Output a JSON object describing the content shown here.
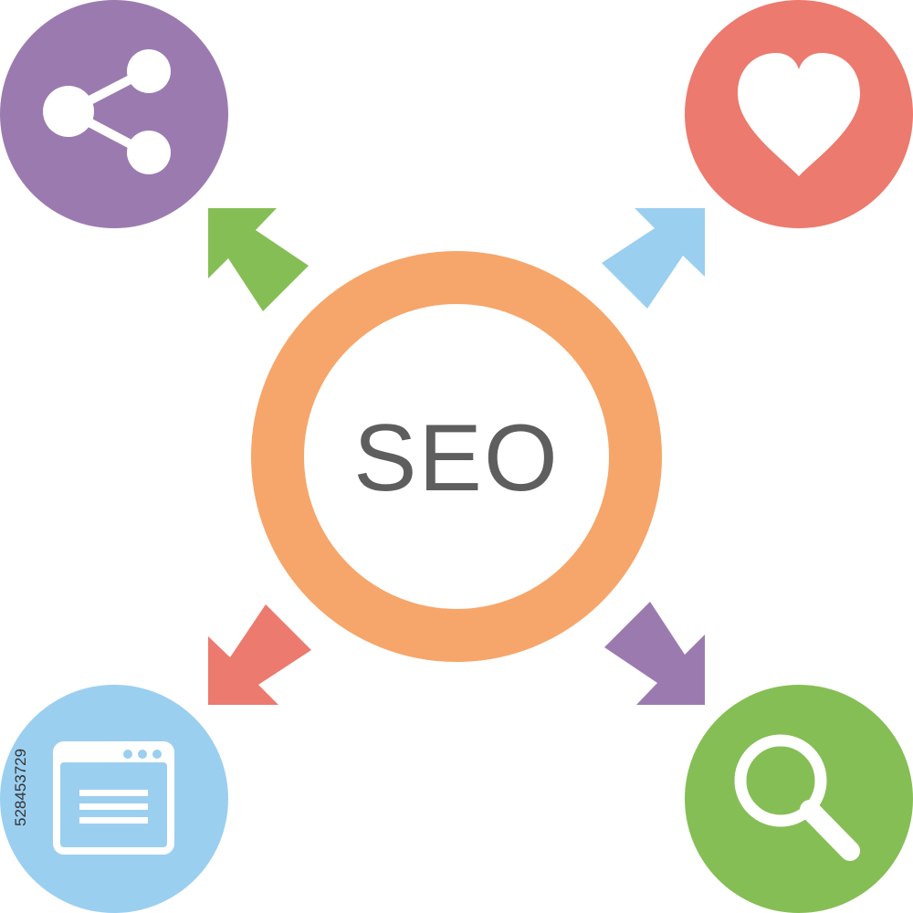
{
  "center": {
    "label": "SEO",
    "ring_color": "#F6A66A",
    "label_color": "#5E5E5E"
  },
  "nodes": [
    {
      "id": "share",
      "icon": "share-icon",
      "color": "#9B7BAF"
    },
    {
      "id": "favorite",
      "icon": "heart-icon",
      "color": "#EC7A6E"
    },
    {
      "id": "website",
      "icon": "browser-window-icon",
      "color": "#9BCFF0"
    },
    {
      "id": "search",
      "icon": "magnifier-icon",
      "color": "#86BE56"
    }
  ],
  "arrows": [
    {
      "direction": "up-left",
      "color": "#86BE56"
    },
    {
      "direction": "up-right",
      "color": "#9BCFF0"
    },
    {
      "direction": "down-left",
      "color": "#EC7A6E"
    },
    {
      "direction": "down-right",
      "color": "#9B7BAF"
    }
  ],
  "stock_id": "528453729"
}
